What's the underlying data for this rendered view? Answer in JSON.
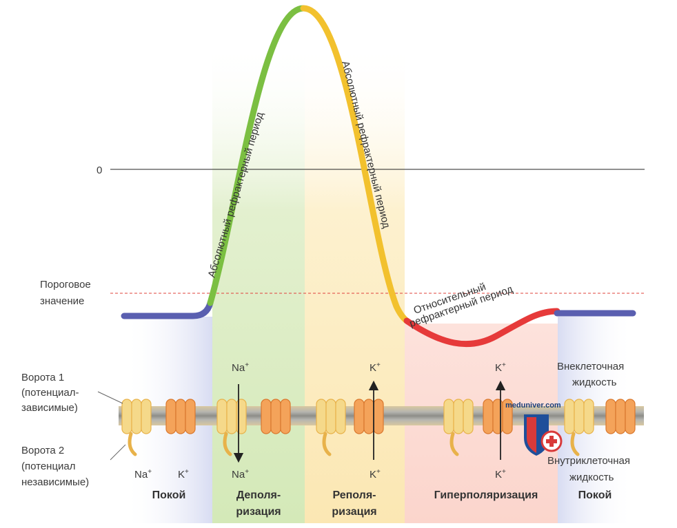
{
  "axis": {
    "zero_label": "0",
    "threshold_label_line1": "Пороговое",
    "threshold_label_line2": "значение"
  },
  "curve_labels": {
    "arp_left": "Абсолютный рефрактерный период",
    "arp_right": "Абсолютный рефрактерный период",
    "rrp_line1": "Относительный",
    "rrp_line2": "рефрактерный период"
  },
  "membrane": {
    "gate1_line1": "Ворота 1",
    "gate1_line2": "(потенциал-",
    "gate1_line3": "зависимые)",
    "gate2_line1": "Ворота 2",
    "gate2_line2": "(потенциал",
    "gate2_line3": "независимые)",
    "extracellular_line1": "Внеклеточная",
    "extracellular_line2": "жидкость",
    "intracellular_line1": "Внутриклеточная",
    "intracellular_line2": "жидкость"
  },
  "ions": {
    "rest_na": "Na",
    "rest_na_sup": "+",
    "rest_k": "K",
    "rest_k_sup": "+",
    "depol_na_top": "Na",
    "depol_na_top_sup": "+",
    "depol_na_bottom": "Na",
    "depol_na_bottom_sup": "+",
    "repol_k_top": "K",
    "repol_k_top_sup": "+",
    "repol_k_bottom": "K",
    "repol_k_bottom_sup": "+",
    "hyper_k_top": "K",
    "hyper_k_top_sup": "+",
    "hyper_k_bottom": "K",
    "hyper_k_bottom_sup": "+"
  },
  "phases": {
    "rest_left": "Покой",
    "depol_line1": "Деполя-",
    "depol_line2": "ризация",
    "repol_line1": "Реполя-",
    "repol_line2": "ризация",
    "hyper": "Гиперполяризация",
    "rest_right": "Покой"
  },
  "watermark": "meduniver.com",
  "colors": {
    "rest": "#5a5fb0",
    "depolarization": "#7bbf42",
    "repolarization": "#f2c12e",
    "hyperpolarization": "#e63a3a",
    "threshold": "#e0403a"
  }
}
